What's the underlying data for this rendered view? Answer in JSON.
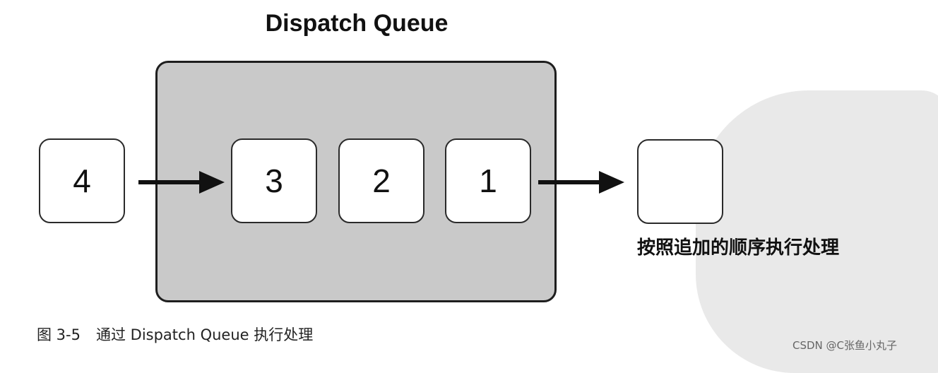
{
  "title": "Dispatch Queue",
  "boxes": {
    "incoming": "4",
    "queued": [
      "3",
      "2",
      "1"
    ],
    "output": ""
  },
  "output_caption": "按照追加的顺序执行处理",
  "figure": {
    "number": "图 3-5",
    "caption": "通过 Dispatch Queue 执行处理"
  },
  "watermark": "CSDN @C张鱼小丸子"
}
